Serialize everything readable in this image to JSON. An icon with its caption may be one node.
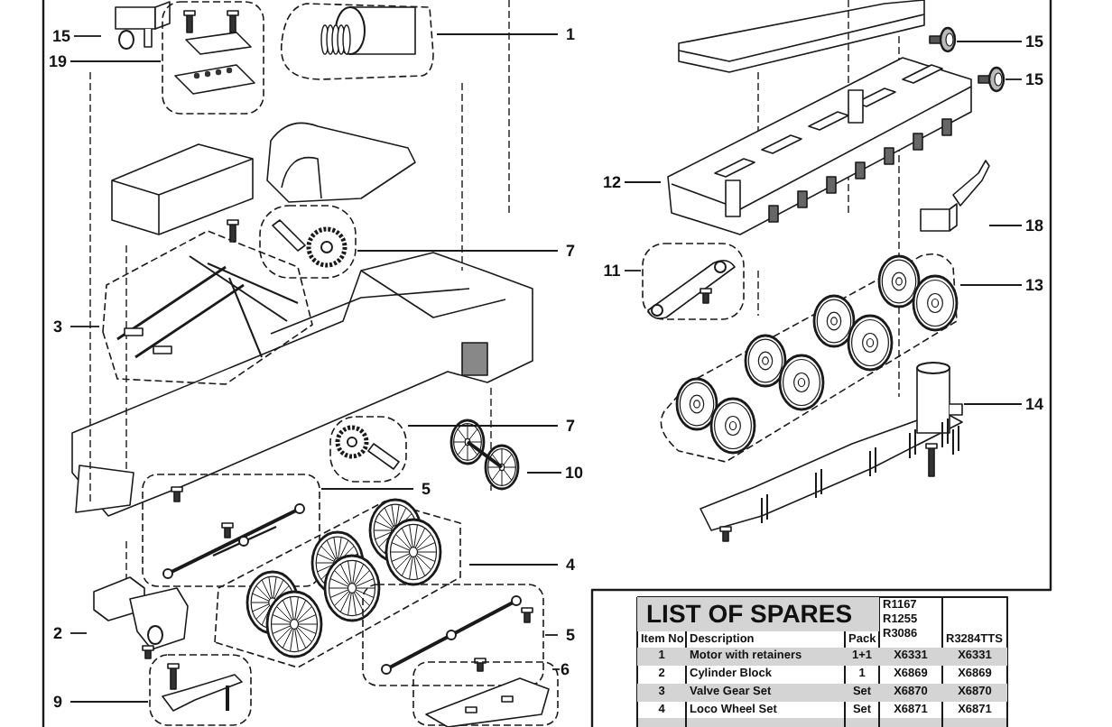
{
  "diagram": {
    "nodes": [
      {
        "text": [
          "15"
        ]
      },
      {
        "text": [],
        "shape": "picture"
      },
      {
        "text": [
          "19"
        ]
      },
      {
        "text": [],
        "shape": "picture"
      },
      {
        "text": [
          "1"
        ]
      },
      {
        "text": [],
        "shape": "picture"
      },
      {
        "text": [
          "7"
        ]
      },
      {
        "text": [],
        "shape": "picture"
      },
      {
        "text": [
          "3"
        ]
      },
      {
        "text": [],
        "shape": "picture"
      },
      {
        "text": [
          "7"
        ]
      },
      {
        "text": [],
        "shape": "picture"
      },
      {
        "text": [
          "10"
        ]
      },
      {
        "text": [],
        "shape": "picture"
      },
      {
        "text": [
          "5"
        ]
      },
      {
        "text": [],
        "shape": "picture"
      },
      {
        "text": [
          "4"
        ]
      },
      {
        "text": [],
        "shape": "picture"
      },
      {
        "text": [
          "5"
        ]
      },
      {
        "text": [],
        "shape": "picture"
      },
      {
        "text": [
          "6"
        ]
      },
      {
        "text": [],
        "shape": "picture"
      },
      {
        "text": [
          "2"
        ]
      },
      {
        "text": [],
        "shape": "picture"
      },
      {
        "text": [
          "9"
        ]
      },
      {
        "text": [],
        "shape": "picture"
      },
      {
        "text": [
          "15"
        ]
      },
      {
        "text": [],
        "shape": "picture"
      },
      {
        "text": [
          "15"
        ]
      },
      {
        "text": [],
        "shape": "picture"
      },
      {
        "text": [
          "12"
        ]
      },
      {
        "text": [],
        "shape": "picture"
      },
      {
        "text": [
          "18"
        ]
      },
      {
        "text": [],
        "shape": "picture"
      },
      {
        "text": [
          "11"
        ]
      },
      {
        "text": [],
        "shape": "picture"
      },
      {
        "text": [
          "13"
        ]
      },
      {
        "text": [],
        "shape": "picture"
      },
      {
        "text": [
          "14"
        ]
      },
      {
        "text": [],
        "shape": "picture"
      }
    ],
    "edges": [
      {
        "from": 0,
        "to": 1,
        "arrow": "none"
      },
      {
        "from": 2,
        "to": 3,
        "arrow": "none"
      },
      {
        "from": 4,
        "to": 5,
        "arrow": "none"
      },
      {
        "from": 6,
        "to": 7,
        "arrow": "none"
      },
      {
        "from": 8,
        "to": 9,
        "arrow": "none"
      },
      {
        "from": 10,
        "to": 11,
        "arrow": "none"
      },
      {
        "from": 12,
        "to": 13,
        "arrow": "none"
      },
      {
        "from": 14,
        "to": 15,
        "arrow": "none"
      },
      {
        "from": 16,
        "to": 17,
        "arrow": "none"
      },
      {
        "from": 18,
        "to": 19,
        "arrow": "none"
      },
      {
        "from": 20,
        "to": 21,
        "arrow": "none"
      },
      {
        "from": 22,
        "to": 23,
        "arrow": "none"
      },
      {
        "from": 24,
        "to": 25,
        "arrow": "none"
      },
      {
        "from": 26,
        "to": 27,
        "arrow": "none"
      },
      {
        "from": 28,
        "to": 29,
        "arrow": "none"
      },
      {
        "from": 30,
        "to": 31,
        "arrow": "none"
      },
      {
        "from": 32,
        "to": 33,
        "arrow": "none"
      },
      {
        "from": 34,
        "to": 35,
        "arrow": "none"
      },
      {
        "from": 36,
        "to": 37,
        "arrow": "none"
      },
      {
        "from": 38,
        "to": 39,
        "arrow": "none"
      }
    ],
    "labels": [
      "LIST OF SPARES",
      "R1167 R1255 R3086",
      "Item No",
      "Description",
      "Pack",
      "R3284TTS",
      "1",
      "Motor with retainers",
      "1+1",
      "X6331",
      "X6331",
      "2",
      "Cylinder Block",
      "1",
      "X6869",
      "X6869",
      "3",
      "Valve Gear Set",
      "Set",
      "X6870",
      "X6870",
      "4",
      "Loco Wheel Set",
      "Set",
      "X6871",
      "X6871"
    ]
  }
}
